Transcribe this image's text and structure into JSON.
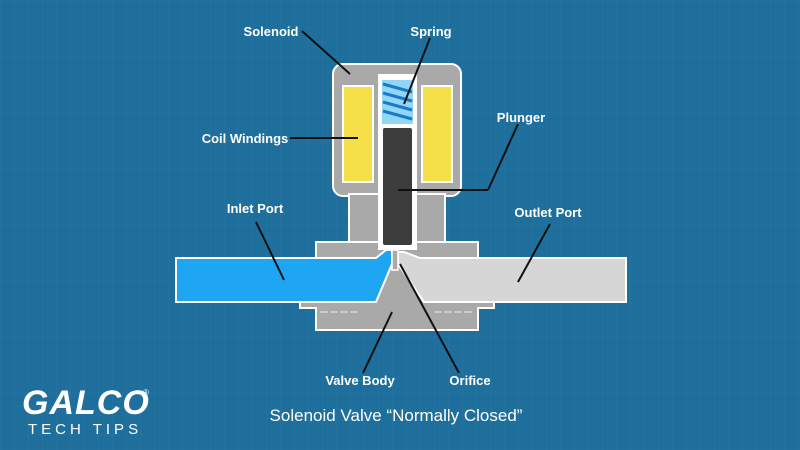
{
  "labels": {
    "solenoid": "Solenoid",
    "spring": "Spring",
    "coil_windings": "Coil Windings",
    "plunger": "Plunger",
    "inlet_port": "Inlet Port",
    "outlet_port": "Outlet Port",
    "valve_body": "Valve Body",
    "orifice": "Orifice"
  },
  "caption": "Solenoid Valve  “Normally Closed”",
  "logo": {
    "main": "GALCO",
    "sub": "TECH TIPS",
    "reg": "®"
  },
  "colors": {
    "background": "#1f6f9c",
    "body_gray": "#a9a9a9",
    "coil_yellow": "#f5e04a",
    "inlet_blue": "#1ea6f2",
    "outlet_gray": "#d6d6d6",
    "plunger_dark": "#3c3c3c",
    "outline": "#ffffff"
  }
}
